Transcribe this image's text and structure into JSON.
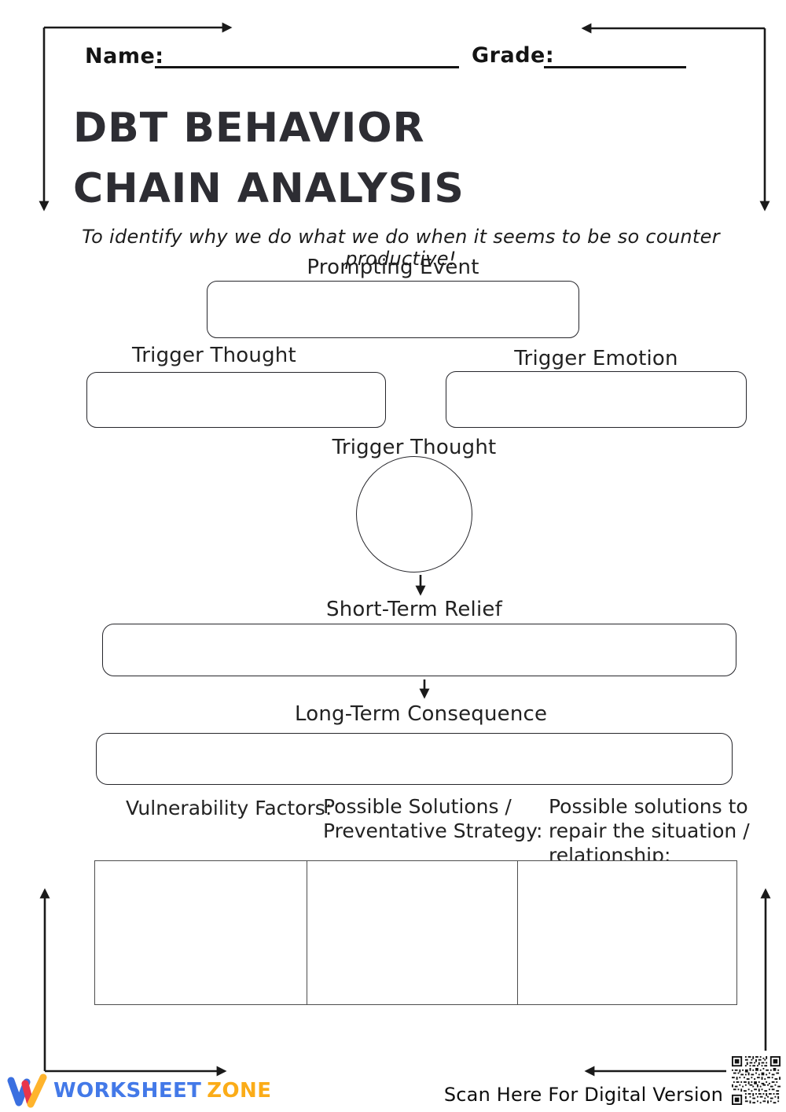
{
  "page": {
    "name_label": "Name:",
    "grade_label": "Grade:",
    "title_line1": "DBT BEHAVIOR",
    "title_line2": "CHAIN ANALYSIS",
    "subtitle": "To identify why we do what we do when it seems to be so counter productive!"
  },
  "diagram": {
    "prompting_event_label": "Prompting Event",
    "trigger_thought_label": "Trigger Thought",
    "trigger_emotion_label": "Trigger Emotion",
    "trigger_thought_circle_label": "Trigger Thought",
    "short_term_relief_label": "Short-Term Relief",
    "long_term_consequence_label": "Long-Term Consequence"
  },
  "columns": [
    {
      "lines": [
        "Vulnerability Factors:"
      ]
    },
    {
      "lines": [
        "Possible Solutions /",
        "Preventative Strategy:"
      ]
    },
    {
      "lines": [
        "Possible solutions to",
        "repair the situation /",
        "relationship:"
      ]
    }
  ],
  "footer": {
    "brand_word1": "WORKSHEET",
    "brand_word2": "ZONE",
    "scan_label": "Scan Here For Digital Version"
  },
  "colors": {
    "brand_blue": "#4379E8",
    "brand_red": "#E8354B",
    "brand_orange": "#FBAC18",
    "ink": "#1F1F1F"
  }
}
